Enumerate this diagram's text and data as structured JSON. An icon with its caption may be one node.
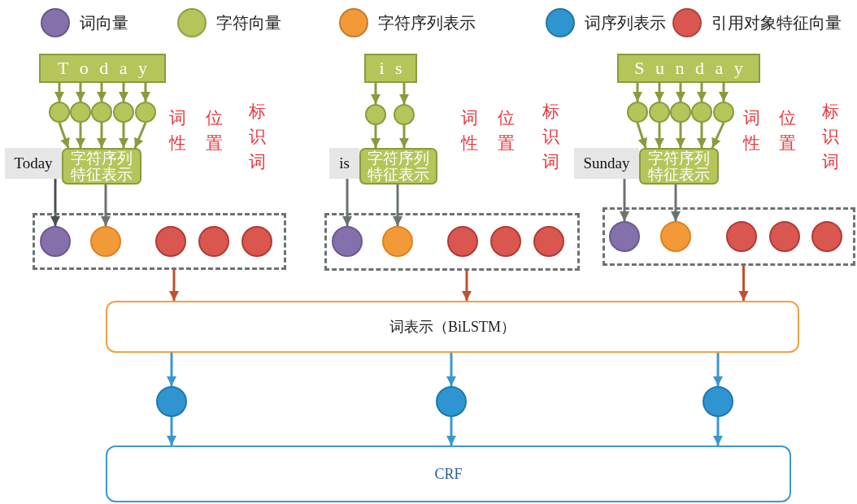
{
  "diagram": {
    "nodes": [
      {
        "text": [
          "T o d a y"
        ]
      },
      {
        "text": [],
        "shape": "circle"
      },
      {
        "text": [],
        "shape": "circle"
      },
      {
        "text": [],
        "shape": "circle"
      },
      {
        "text": [],
        "shape": "circle"
      },
      {
        "text": [],
        "shape": "circle"
      },
      {
        "text": [
          "字符序列特征表示"
        ]
      },
      {
        "text": [
          "Today"
        ]
      },
      {
        "text": [],
        "shape": "box"
      },
      {
        "text": [],
        "shape": "circle",
        "in": 8
      },
      {
        "text": [],
        "shape": "circle",
        "in": 8
      },
      {
        "text": [],
        "shape": "circle",
        "in": 8
      },
      {
        "text": [],
        "shape": "circle",
        "in": 8
      },
      {
        "text": [],
        "shape": "circle",
        "in": 8
      },
      {
        "text": [
          "i s"
        ]
      },
      {
        "text": [],
        "shape": "circle"
      },
      {
        "text": [],
        "shape": "circle"
      },
      {
        "text": [
          "字符序列特征表示"
        ]
      },
      {
        "text": [
          "is"
        ]
      },
      {
        "text": [],
        "shape": "box"
      },
      {
        "text": [],
        "shape": "circle",
        "in": 19
      },
      {
        "text": [],
        "shape": "circle",
        "in": 19
      },
      {
        "text": [],
        "shape": "circle",
        "in": 19
      },
      {
        "text": [],
        "shape": "circle",
        "in": 19
      },
      {
        "text": [],
        "shape": "circle",
        "in": 19
      },
      {
        "text": [
          "S u n d a y"
        ]
      },
      {
        "text": [],
        "shape": "circle"
      },
      {
        "text": [],
        "shape": "circle"
      },
      {
        "text": [],
        "shape": "circle"
      },
      {
        "text": [],
        "shape": "circle"
      },
      {
        "text": [],
        "shape": "circle"
      },
      {
        "text": [
          "字符序列特征表示"
        ]
      },
      {
        "text": [
          "Sunday"
        ]
      },
      {
        "text": [],
        "shape": "box"
      },
      {
        "text": [],
        "shape": "circle",
        "in": 33
      },
      {
        "text": [],
        "shape": "circle",
        "in": 33
      },
      {
        "text": [],
        "shape": "circle",
        "in": 33
      },
      {
        "text": [],
        "shape": "circle",
        "in": 33
      },
      {
        "text": [],
        "shape": "circle",
        "in": 33
      },
      {
        "text": [
          "词表示（BiLSTM）"
        ]
      },
      {
        "text": [],
        "shape": "circle"
      },
      {
        "text": [],
        "shape": "circle"
      },
      {
        "text": [],
        "shape": "circle"
      },
      {
        "text": [
          "CRF"
        ]
      }
    ],
    "edges": [
      {
        "from": 0,
        "to": 1,
        "arrow": "to"
      },
      {
        "from": 0,
        "to": 2,
        "arrow": "to"
      },
      {
        "from": 0,
        "to": 3,
        "arrow": "to"
      },
      {
        "from": 0,
        "to": 4,
        "arrow": "to"
      },
      {
        "from": 0,
        "to": 5,
        "arrow": "to"
      },
      {
        "from": 1,
        "to": 6,
        "arrow": "to"
      },
      {
        "from": 2,
        "to": 6,
        "arrow": "to"
      },
      {
        "from": 3,
        "to": 6,
        "arrow": "to"
      },
      {
        "from": 4,
        "to": 6,
        "arrow": "to"
      },
      {
        "from": 5,
        "to": 6,
        "arrow": "to"
      },
      {
        "from": 7,
        "to": 9,
        "arrow": "to",
        "color": "#485050"
      },
      {
        "from": 6,
        "to": 10,
        "arrow": "to",
        "color": "#6b7272"
      },
      {
        "from": 8,
        "to": 39,
        "arrow": "to",
        "color": "#c0502f"
      },
      {
        "from": 14,
        "to": 15,
        "arrow": "to"
      },
      {
        "from": 14,
        "to": 16,
        "arrow": "to"
      },
      {
        "from": 15,
        "to": 17,
        "arrow": "to"
      },
      {
        "from": 16,
        "to": 17,
        "arrow": "to"
      },
      {
        "from": 18,
        "to": 20,
        "arrow": "to",
        "color": "#6b7272"
      },
      {
        "from": 17,
        "to": 21,
        "arrow": "to",
        "color": "#6b7272"
      },
      {
        "from": 19,
        "to": 39,
        "arrow": "to",
        "color": "#c0502f"
      },
      {
        "from": 25,
        "to": 26,
        "arrow": "to"
      },
      {
        "from": 25,
        "to": 27,
        "arrow": "to"
      },
      {
        "from": 25,
        "to": 28,
        "arrow": "to"
      },
      {
        "from": 25,
        "to": 29,
        "arrow": "to"
      },
      {
        "from": 25,
        "to": 30,
        "arrow": "to"
      },
      {
        "from": 26,
        "to": 31,
        "arrow": "to"
      },
      {
        "from": 27,
        "to": 31,
        "arrow": "to"
      },
      {
        "from": 28,
        "to": 31,
        "arrow": "to"
      },
      {
        "from": 29,
        "to": 31,
        "arrow": "to"
      },
      {
        "from": 30,
        "to": 31,
        "arrow": "to"
      },
      {
        "from": 32,
        "to": 34,
        "arrow": "to",
        "color": "#6b7272"
      },
      {
        "from": 31,
        "to": 35,
        "arrow": "to",
        "color": "#6b7272"
      },
      {
        "from": 33,
        "to": 39,
        "arrow": "to",
        "color": "#c0502f"
      },
      {
        "from": 39,
        "to": 40,
        "arrow": "to",
        "color": "#3a96cf"
      },
      {
        "from": 39,
        "to": 41,
        "arrow": "to",
        "color": "#3a96cf"
      },
      {
        "from": 39,
        "to": 42,
        "arrow": "to",
        "color": "#3a96cf"
      },
      {
        "from": 40,
        "to": 43,
        "arrow": "to",
        "color": "#3a96cf"
      },
      {
        "from": 41,
        "to": 43,
        "arrow": "to",
        "color": "#3a96cf"
      },
      {
        "from": 42,
        "to": 43,
        "arrow": "to",
        "color": "#3a96cf"
      }
    ],
    "labels": [
      "词性",
      "位置",
      "标识词",
      "词性",
      "位置",
      "标识词",
      "词性",
      "位置",
      "标识词"
    ],
    "legend": [
      {
        "text": "词向量",
        "color": "#8470ab"
      },
      {
        "text": "字符向量",
        "color": "#b5c55a"
      },
      {
        "text": "字符序列表示",
        "color": "#f39a38"
      },
      {
        "text": "词序列表示",
        "color": "#2f95d0"
      },
      {
        "text": "引用对象特征向量",
        "color": "#d9574f"
      }
    ]
  }
}
